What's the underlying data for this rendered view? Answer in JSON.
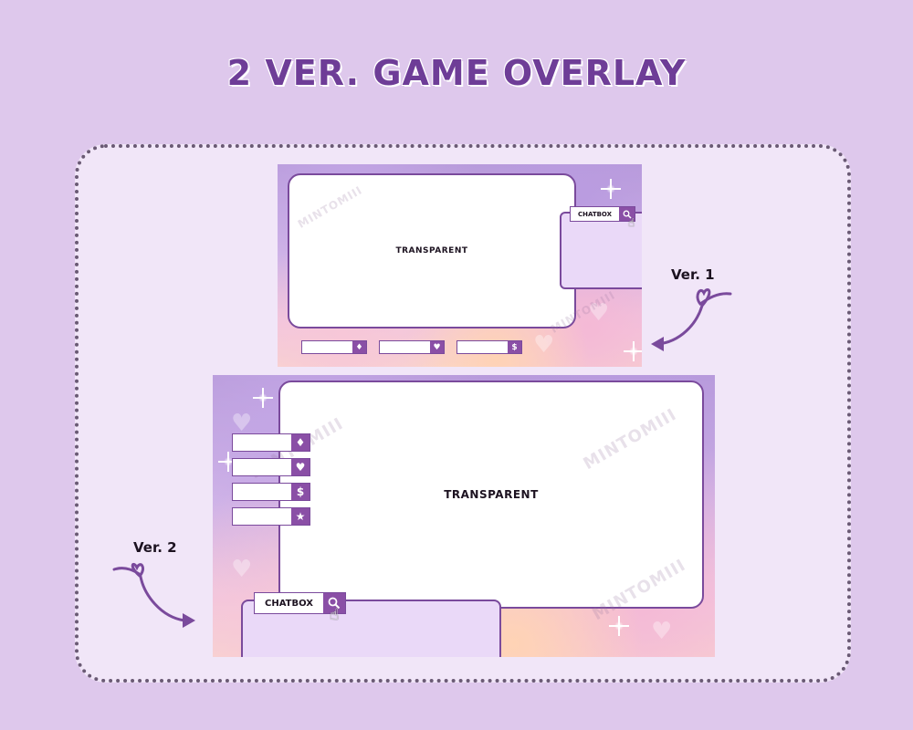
{
  "page": {
    "title": "2 VER. GAME OVERLAY"
  },
  "colors": {
    "background": "#dec8ec",
    "title": "#6e3d97",
    "frame_fill": "#f1e6f8",
    "accent": "#8a4fa6",
    "chat_panel": "#ead9f8",
    "arrow": "#7a4a9c"
  },
  "watermark": "MINTOMIII",
  "versions": [
    {
      "label": "Ver. 1",
      "game_window_label": "TRANSPARENT",
      "chatbox_label": "CHATBOX",
      "chatbox_icon": "search-icon",
      "stat_icons": [
        "diamond-icon",
        "heart-icon",
        "dollar-icon"
      ],
      "stat_glyphs": [
        "♦",
        "♥",
        "$"
      ]
    },
    {
      "label": "Ver. 2",
      "game_window_label": "TRANSPARENT",
      "chatbox_label": "CHATBOX",
      "chatbox_icon": "search-icon",
      "stat_icons": [
        "diamond-icon",
        "heart-icon",
        "dollar-icon",
        "star-icon"
      ],
      "stat_glyphs": [
        "♦",
        "♥",
        "$",
        "★"
      ]
    }
  ]
}
